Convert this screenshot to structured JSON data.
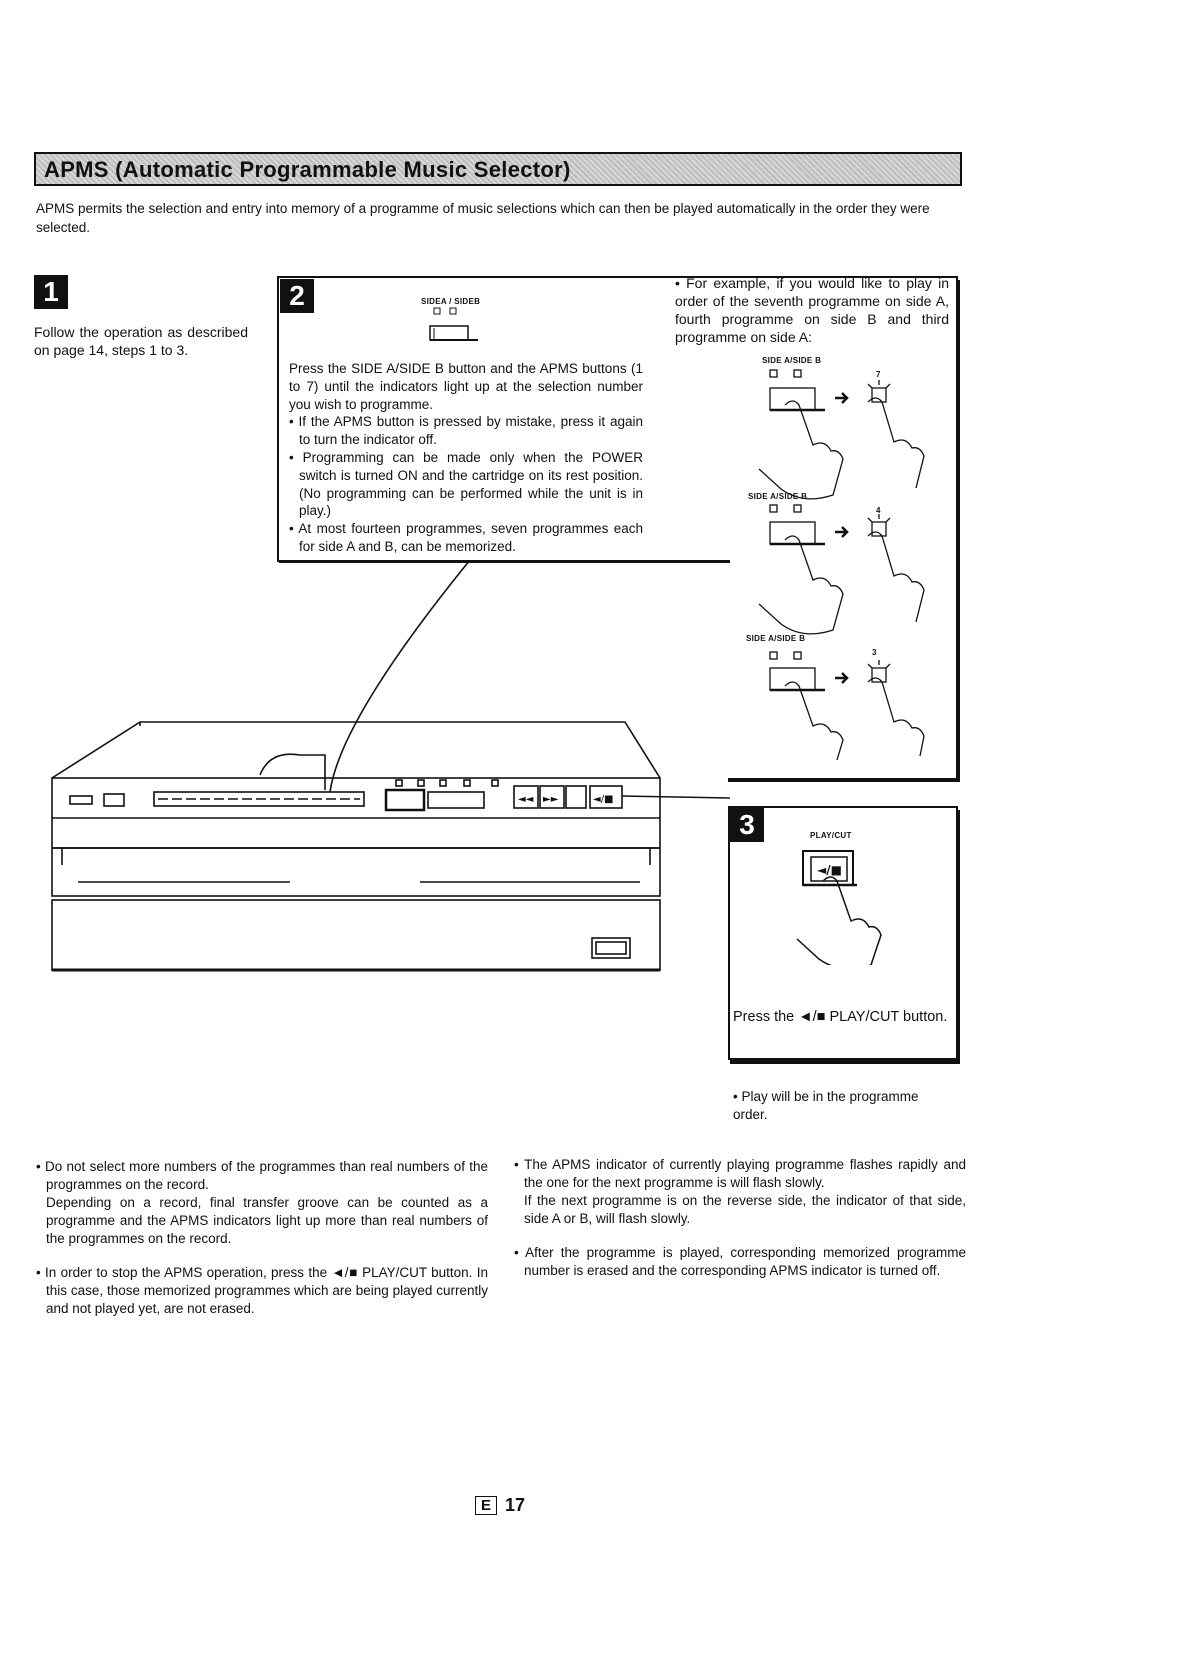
{
  "header": {
    "title": "APMS (Automatic Programmable Music Selector)",
    "intro": "APMS permits the selection and entry into memory of a programme of music selections which can then be played automatically in the order they were selected."
  },
  "step1": {
    "number": "1",
    "text": "Follow the operation as described on page 14, steps 1 to 3."
  },
  "step2": {
    "number": "2",
    "side_label": "SIDEA / SIDEB",
    "text": "Press the SIDE A/SIDE B button and the APMS buttons (1 to 7) until the indicators light up at the selection number you wish to programme.",
    "bullets": [
      "If the APMS button is pressed by mistake, press it again to turn the indicator off.",
      "Programming can be made only when the POWER switch is turned ON and the cartridge on its rest position. (No programming can be performed while the unit is in play.)",
      "At most fourteen programmes, seven programmes each for side A and B, can be memorized."
    ],
    "example": "For example, if you would like to play in order of the seventh programme on side A, fourth programme on side B and third programme on side A:",
    "example_labels": [
      "SIDE A/SIDE B",
      "SIDE A/SIDE B",
      "SIDE A/SIDE B"
    ],
    "example_numbers": [
      "7",
      "4",
      "3"
    ]
  },
  "step3": {
    "number": "3",
    "button_label": "PLAY/CUT",
    "button_symbol": "◄/■",
    "text": "Press the ◄/■ PLAY/CUT button.",
    "note": "Play will be in the programme order."
  },
  "notes_left": [
    {
      "text": "Do not select more numbers of the programmes than real numbers of the programmes on the record.",
      "extra": "Depending on a record, final transfer groove can be counted as a programme and the APMS indicators light up more than real numbers of the programmes on the record."
    },
    {
      "text": "In order to stop the APMS operation, press the ◄/■ PLAY/CUT button. In this case, those memorized programmes which are being played currently and not played yet, are not erased.",
      "extra": ""
    }
  ],
  "notes_right": [
    {
      "text": "The APMS indicator of currently playing programme flashes rapidly and the one for the next programme is will flash slowly.",
      "extra": "If the next programme is on the reverse side, the indicator of that side, side A or B, will flash slowly."
    },
    {
      "text": "After the programme is played, corresponding memorized programme number is erased and the corresponding APMS indicator is turned off.",
      "extra": ""
    }
  ],
  "footer": {
    "lang": "E",
    "page": "17"
  }
}
